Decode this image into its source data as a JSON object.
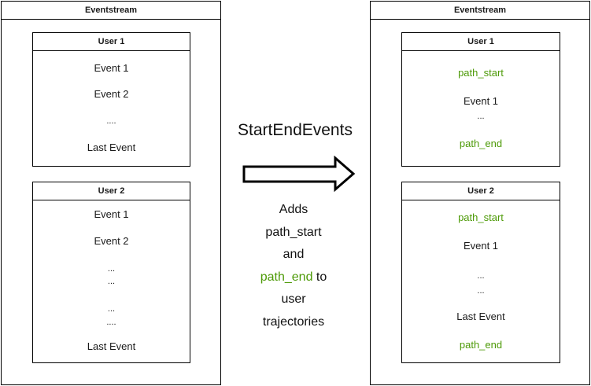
{
  "left": {
    "title": "Eventstream",
    "user1": {
      "title": "User 1",
      "events": [
        "Event 1",
        "Event 2",
        "....",
        "Last Event"
      ]
    },
    "user2": {
      "title": "User 2",
      "events": [
        "Event 1",
        "Event 2",
        "...",
        "...",
        "...",
        "....",
        "Last Event"
      ]
    }
  },
  "operation": {
    "name": "StartEndEvents",
    "desc_1": "Adds",
    "desc_2": "path_start",
    "desc_3": "and",
    "desc_4a": "path_end",
    "desc_4b": " to",
    "desc_5": "user",
    "desc_6": "trajectories"
  },
  "right": {
    "title": "Eventstream",
    "user1": {
      "title": "User 1",
      "events": [
        "path_start",
        "Event 1",
        "...",
        "path_end"
      ]
    },
    "user2": {
      "title": "User 2",
      "events": [
        "path_start",
        "Event 1",
        "...",
        "...",
        "Last Event",
        "path_end"
      ]
    }
  },
  "colors": {
    "accent_green": "#4d9a07",
    "border": "#000000"
  }
}
